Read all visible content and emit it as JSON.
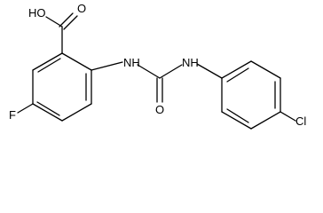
{
  "molecule": {
    "atoms": {
      "hydroxyl": "HO",
      "carbonyl_o_acid": "O",
      "amine_left": "NH",
      "carbonyl_o_urea": "O",
      "amine_right": "NH",
      "fluorine": "F",
      "chlorine": "Cl"
    }
  }
}
